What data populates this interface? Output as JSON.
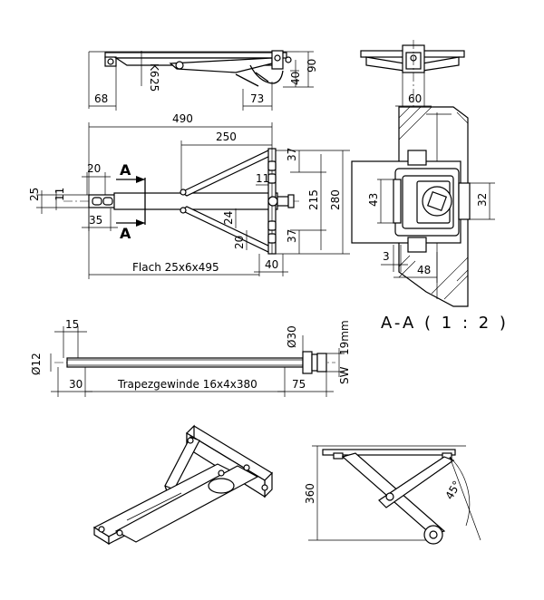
{
  "view_top": {
    "dims": {
      "d25": "25",
      "k6": "K6",
      "d90": "90",
      "d40": "40",
      "d68": "68",
      "d73": "73"
    }
  },
  "view_end": {
    "d60": "60"
  },
  "view_plan": {
    "dims": {
      "d490": "490",
      "d250": "250",
      "d20": "20",
      "d25": "25",
      "d11": "11",
      "d35": "35",
      "d11b": "11",
      "d37a": "37",
      "d215": "215",
      "d280": "280",
      "d37b": "37",
      "d24": "24",
      "d20b": "20",
      "d40": "40"
    },
    "section_mark": "A",
    "flat_label": "Flach 25x6x495"
  },
  "section_aa": {
    "dims": {
      "d43": "43",
      "d32": "32",
      "d3": "3",
      "d48": "48"
    },
    "title": "A-A ( 1 : 2 )"
  },
  "spindle": {
    "dims": {
      "d15": "15",
      "d12": "Ø12",
      "d30dia": "Ø30",
      "d19": "19mm",
      "sw": "SW",
      "d30": "30",
      "d75": "75"
    },
    "thread_label": "Trapezgewinde 16x4x380"
  },
  "side_view": {
    "d360": "360",
    "angle": "45°"
  }
}
